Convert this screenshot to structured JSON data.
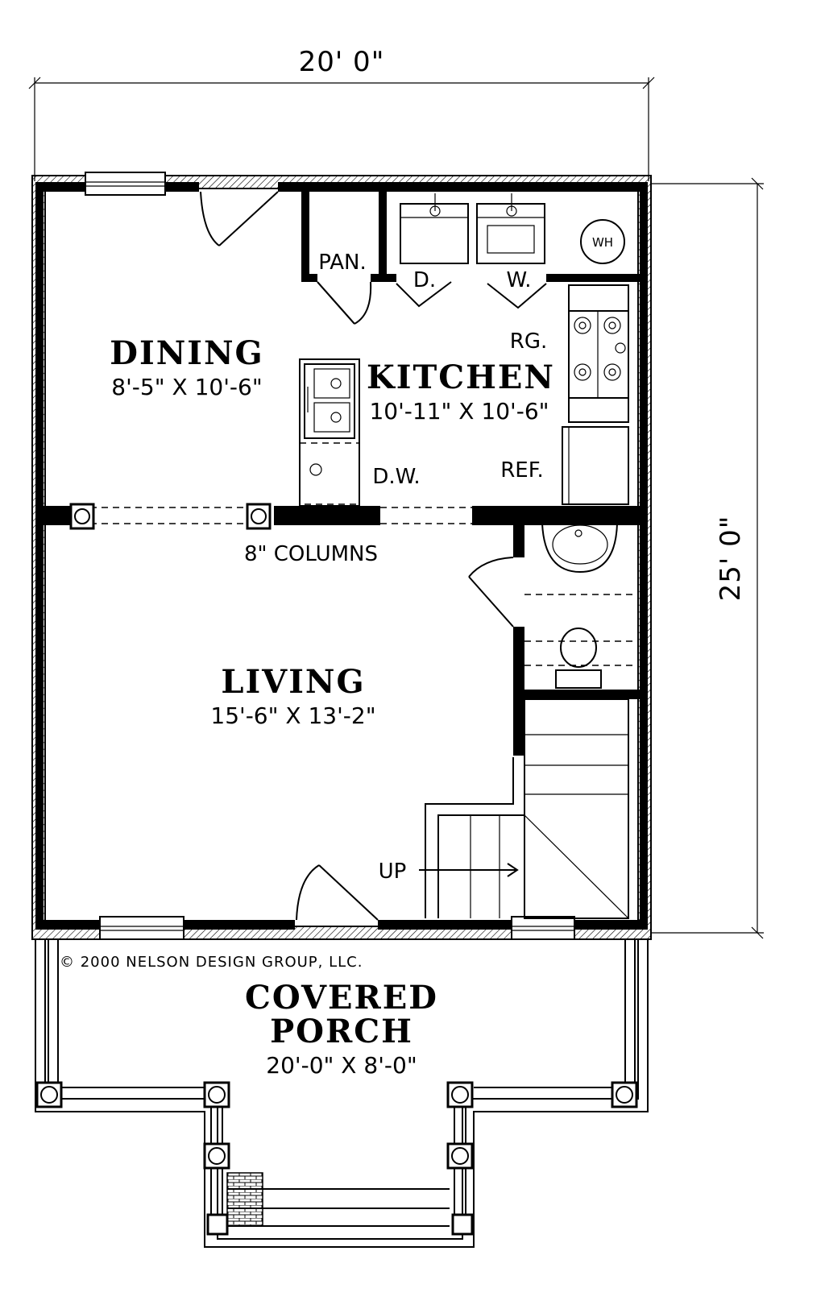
{
  "dimensions": {
    "width": "20' 0\"",
    "depth": "25' 0\""
  },
  "rooms": {
    "dining": {
      "name": "DINING",
      "size": "8'-5\" X 10'-6\""
    },
    "kitchen": {
      "name": "KITCHEN",
      "size": "10'-11\" X 10'-6\""
    },
    "living": {
      "name": "LIVING",
      "size": "15'-6\" X 13'-2\""
    },
    "porch": {
      "name_line1": "COVERED",
      "name_line2": "PORCH",
      "size": "20'-0\" X 8'-0\""
    }
  },
  "fixtures": {
    "pantry": "PAN.",
    "dryer": "D.",
    "washer": "W.",
    "water_heater": "WH",
    "range": "RG.",
    "dishwasher": "D.W.",
    "refrigerator": "REF.",
    "columns": "8\" COLUMNS",
    "stairs_up": "UP"
  },
  "copyright": "© 2000 NELSON DESIGN GROUP, LLC."
}
